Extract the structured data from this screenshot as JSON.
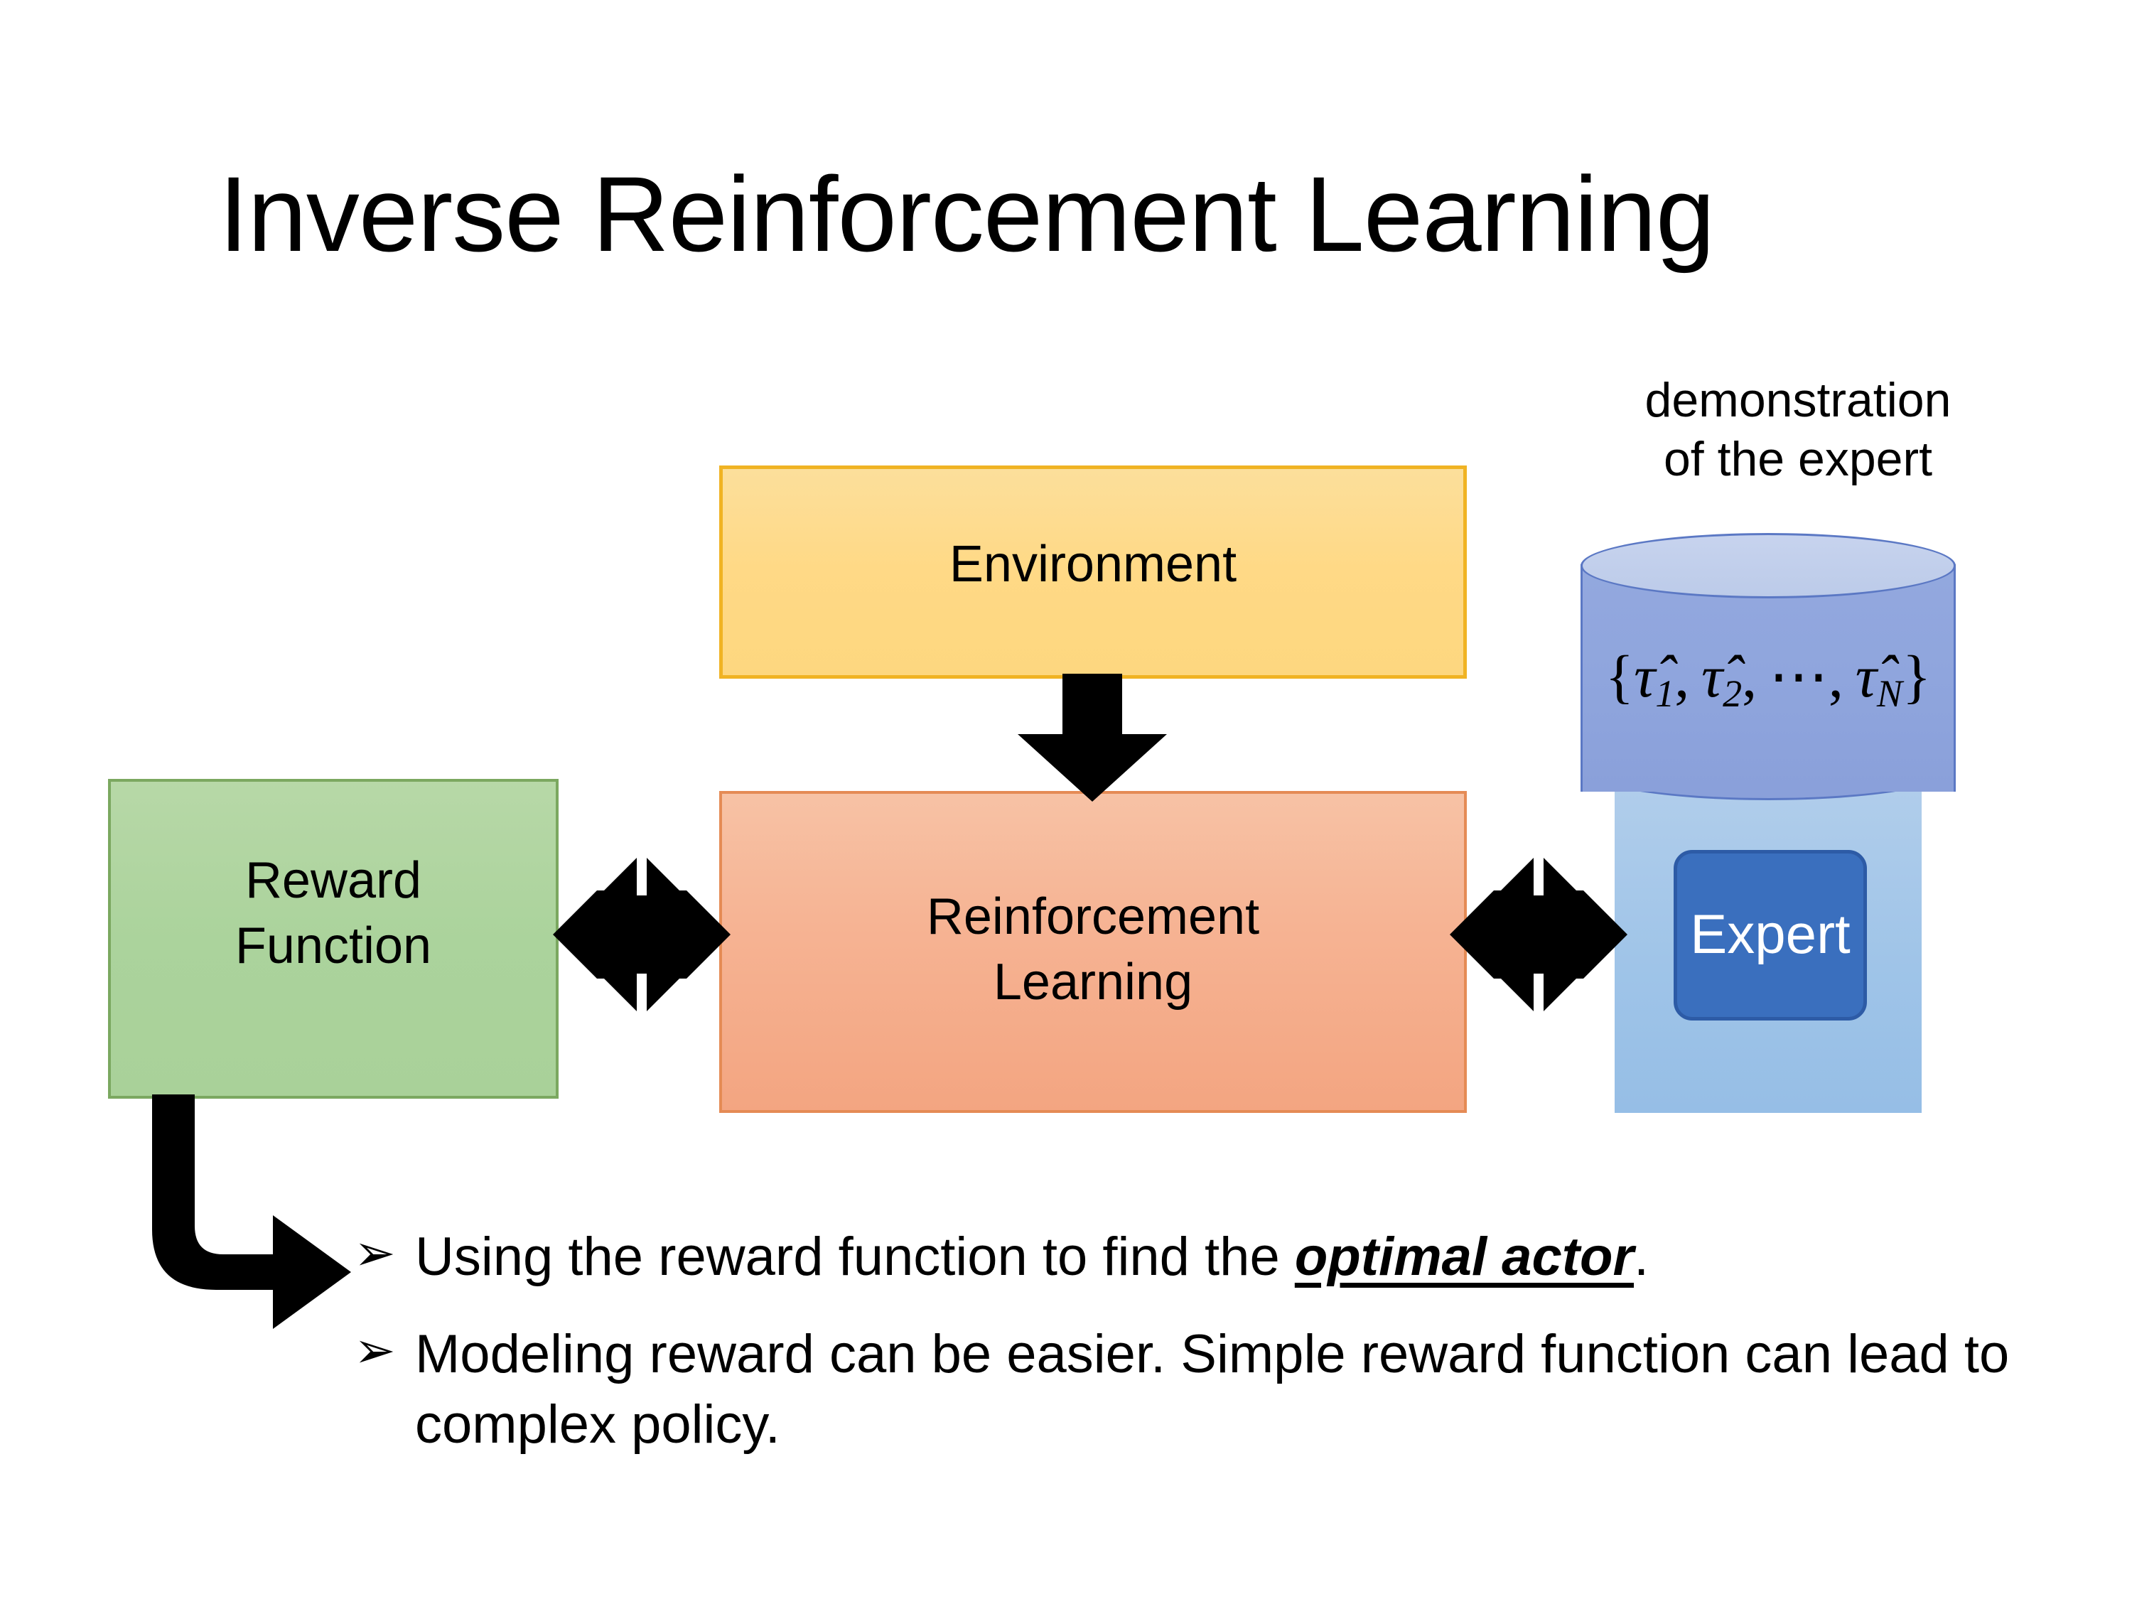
{
  "slide": {
    "title": "Inverse Reinforcement Learning"
  },
  "diagram": {
    "environment_box": {
      "label": "Environment",
      "fill": "#ffd986",
      "border": "#f0b323"
    },
    "reward_box": {
      "line1": "Reward",
      "line2": "Function",
      "fill": "#abd39c",
      "border": "#7ba860"
    },
    "rl_box": {
      "line1": "Reinforcement",
      "line2": "Learning",
      "fill": "#f6b393",
      "border": "#e58b55"
    },
    "expert_panel": {
      "chip_label": "Expert",
      "panel_fill": "#9fc4e8",
      "chip_fill": "#3a6fbe",
      "chip_border": "#2d5ba6",
      "chip_text_color": "#ffffff"
    },
    "demonstration": {
      "caption_line1": "demonstration",
      "caption_line2": "of the expert",
      "cylinder_fill": "#8fa5dd",
      "cylinder_top_fill": "#c0cdeb",
      "cylinder_border": "#5b78c4",
      "formula_open": "{",
      "formula_tau": "τ",
      "formula_hat": "̂",
      "formula_sub1": "1",
      "formula_sub2": "2",
      "formula_ellipsis": "⋯",
      "formula_subN": "N",
      "formula_comma": ",",
      "formula_close": "}",
      "formula_plain": "{τ̂1, τ̂2, ⋯, τ̂N}"
    },
    "arrows": {
      "env_to_rl": "down-arrow",
      "reward_rl": "double-headed-cross-arrow",
      "rl_expert": "double-headed-cross-arrow",
      "reward_to_bullets": "elbow-arrow"
    }
  },
  "bullets": {
    "marker": "➢",
    "items": [
      {
        "prefix": "Using the reward function to find the ",
        "emphasis": "optimal actor",
        "suffix": "."
      },
      {
        "prefix": "Modeling reward can be easier. Simple reward function can lead to complex policy.",
        "emphasis": "",
        "suffix": ""
      }
    ]
  }
}
